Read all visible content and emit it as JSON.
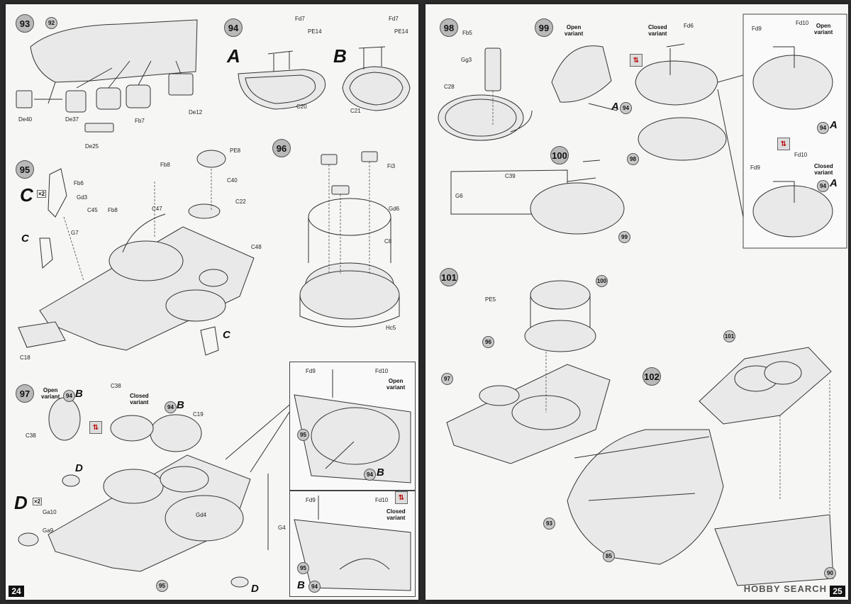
{
  "left_page": {
    "page_number": "24",
    "steps": [
      {
        "number": "93"
      },
      {
        "number": "95"
      },
      {
        "number": "96"
      },
      {
        "number": "94"
      },
      {
        "number": "97"
      }
    ],
    "refs": [
      "92",
      "94",
      "94",
      "95",
      "95",
      "94",
      "95",
      "94"
    ],
    "variants": {
      "A": "A",
      "B": "B",
      "C": "C",
      "D": "D",
      "x2": "×2"
    },
    "labels": {
      "open_variant": "Open\nvariant",
      "closed_variant": "Closed\nvariant"
    },
    "parts": [
      "De40",
      "De37",
      "De25",
      "Fb7",
      "De12",
      "Fd7",
      "PE14",
      "C20",
      "C21",
      "Fb6",
      "Gd3",
      "C45",
      "Fb8",
      "G7",
      "C47",
      "Fb8",
      "PE8",
      "C40",
      "C22",
      "C48",
      "C18",
      "Fi3",
      "Gd6",
      "C8",
      "Hc5",
      "C38",
      "C38",
      "C19",
      "Gd4",
      "G4",
      "Ga10",
      "Ga9",
      "Fd9",
      "Fd10"
    ]
  },
  "right_page": {
    "page_number": "25",
    "steps": [
      {
        "number": "98"
      },
      {
        "number": "99"
      },
      {
        "number": "100"
      },
      {
        "number": "101"
      },
      {
        "number": "102"
      }
    ],
    "refs": [
      "94",
      "94",
      "94",
      "98",
      "99",
      "100",
      "101",
      "93",
      "85",
      "90",
      "97",
      "96"
    ],
    "labels": {
      "open_variant": "Open\nvariant",
      "closed_variant": "Closed\nvariant"
    },
    "parts": [
      "Fb5",
      "Gg3",
      "C28",
      "Fd6",
      "Fd9",
      "Fd10",
      "G6",
      "C39",
      "PE5"
    ],
    "watermark": "HOBBY SEARCH"
  },
  "colors": {
    "paper": "#f6f6f4",
    "ink": "#222222",
    "badge": "#b9b9b9",
    "spread_bg": "#2b2b2b"
  },
  "icons": [
    "swap-arrow-icon",
    "hobby-search-logo-icon"
  ]
}
